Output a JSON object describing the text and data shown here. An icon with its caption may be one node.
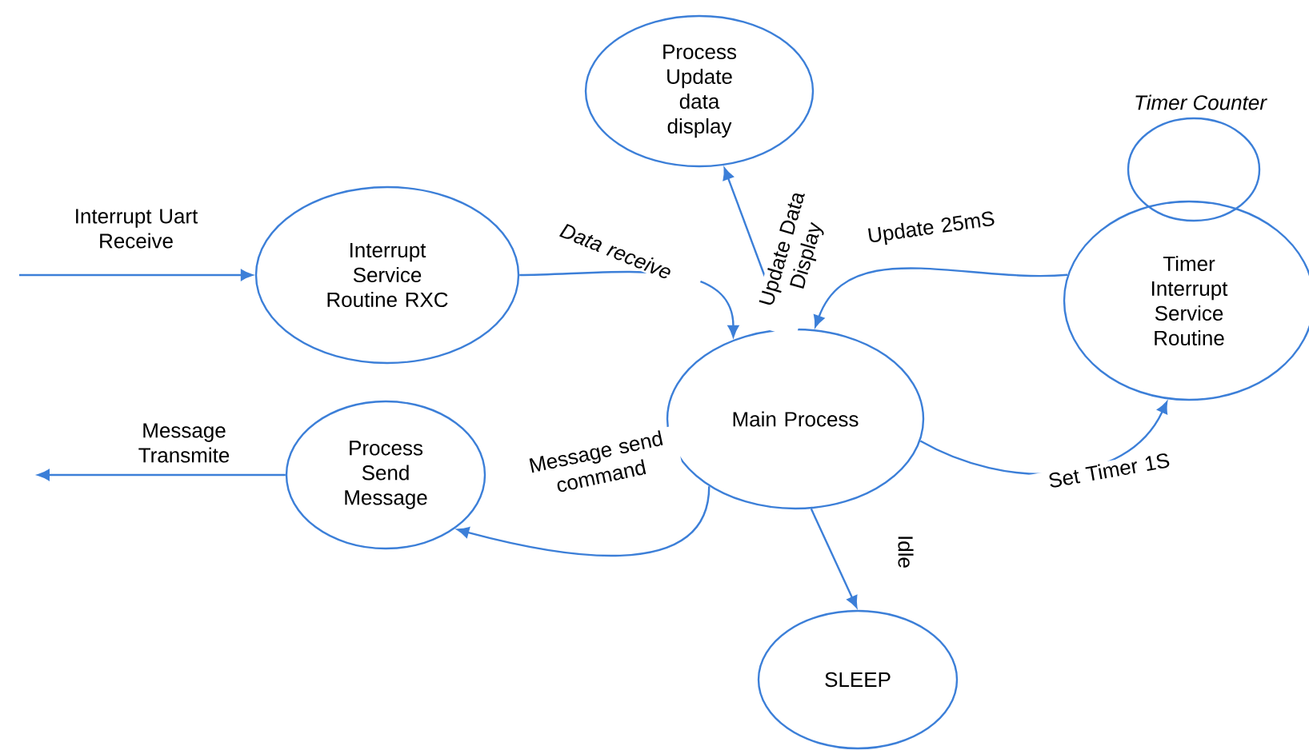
{
  "diagram": {
    "nodes": [
      {
        "text": [
          "Process Update data display"
        ]
      },
      {
        "text": [
          "Interrupt Service Routine RXC"
        ]
      },
      {
        "text": [
          "Timer Counter"
        ]
      },
      {
        "text": [
          "Timer Interrupt Service Routine"
        ]
      },
      {
        "text": [
          "Main Process"
        ]
      },
      {
        "text": [
          "Process Send Message"
        ]
      },
      {
        "text": [
          "SLEEP"
        ]
      }
    ],
    "edges": [
      {
        "from": null,
        "to": 1,
        "arrow": "to",
        "label": "Interrupt Uart Receive"
      },
      {
        "from": 1,
        "to": 4,
        "arrow": "to",
        "label": "Data receive"
      },
      {
        "from": 4,
        "to": 0,
        "arrow": "to",
        "label": "Update Data Display"
      },
      {
        "from": 3,
        "to": 4,
        "arrow": "to",
        "label": "Update 25mS"
      },
      {
        "from": 4,
        "to": 3,
        "arrow": "to",
        "label": "Set Timer 1S"
      },
      {
        "from": 4,
        "to": 5,
        "arrow": "to",
        "label": "Message send command"
      },
      {
        "from": 5,
        "to": null,
        "arrow": "to",
        "label": "Message Transmite"
      },
      {
        "from": 4,
        "to": 6,
        "arrow": "to",
        "label": "Idle"
      }
    ]
  }
}
